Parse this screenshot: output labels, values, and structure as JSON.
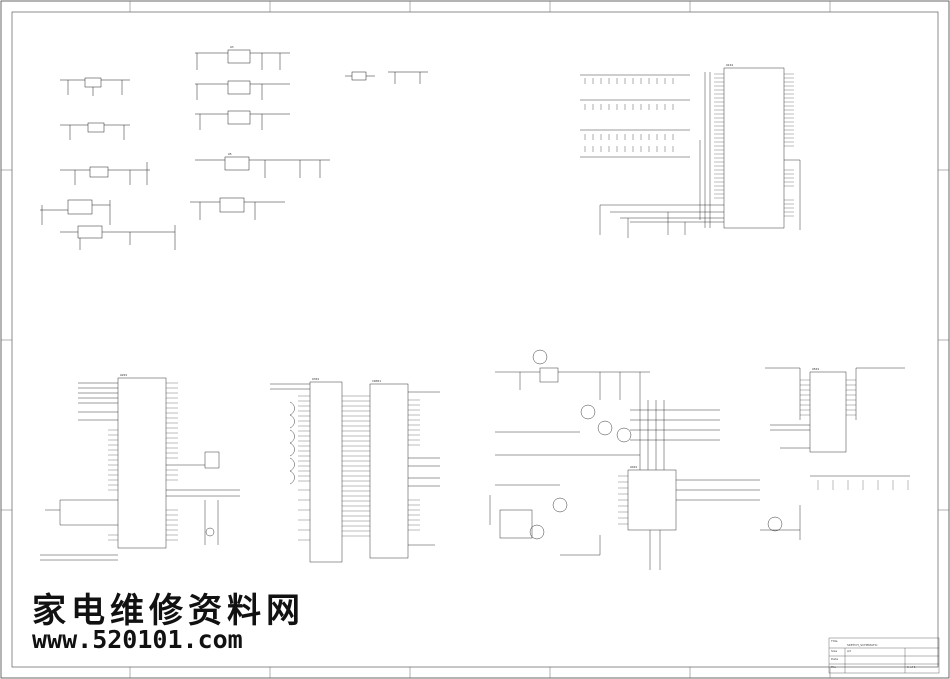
{
  "watermark": {
    "text_cn": "家电维修资料网",
    "url": "www.520101.com"
  },
  "title_block": {
    "title": "SKETCH_SCHEMATIC",
    "labels": [
      "Title",
      "Size",
      "Date",
      "File"
    ],
    "size": "A3",
    "sheet": "1 of 1"
  },
  "colors": {
    "line": "#222222",
    "paper": "#ffffff"
  }
}
